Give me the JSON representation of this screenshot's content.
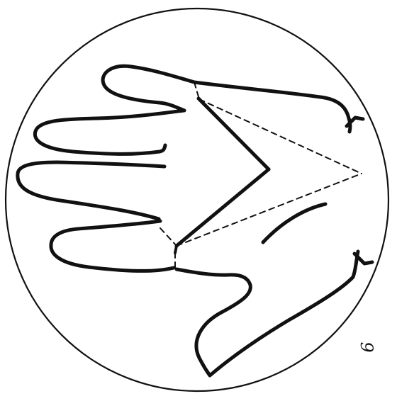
{
  "figure": {
    "number_label": "6",
    "colors": {
      "ink": "#111111",
      "background": "#ffffff"
    },
    "line_styles": {
      "outline": "solid",
      "palm_lines": "solid",
      "projection_lines": "dashed"
    }
  }
}
